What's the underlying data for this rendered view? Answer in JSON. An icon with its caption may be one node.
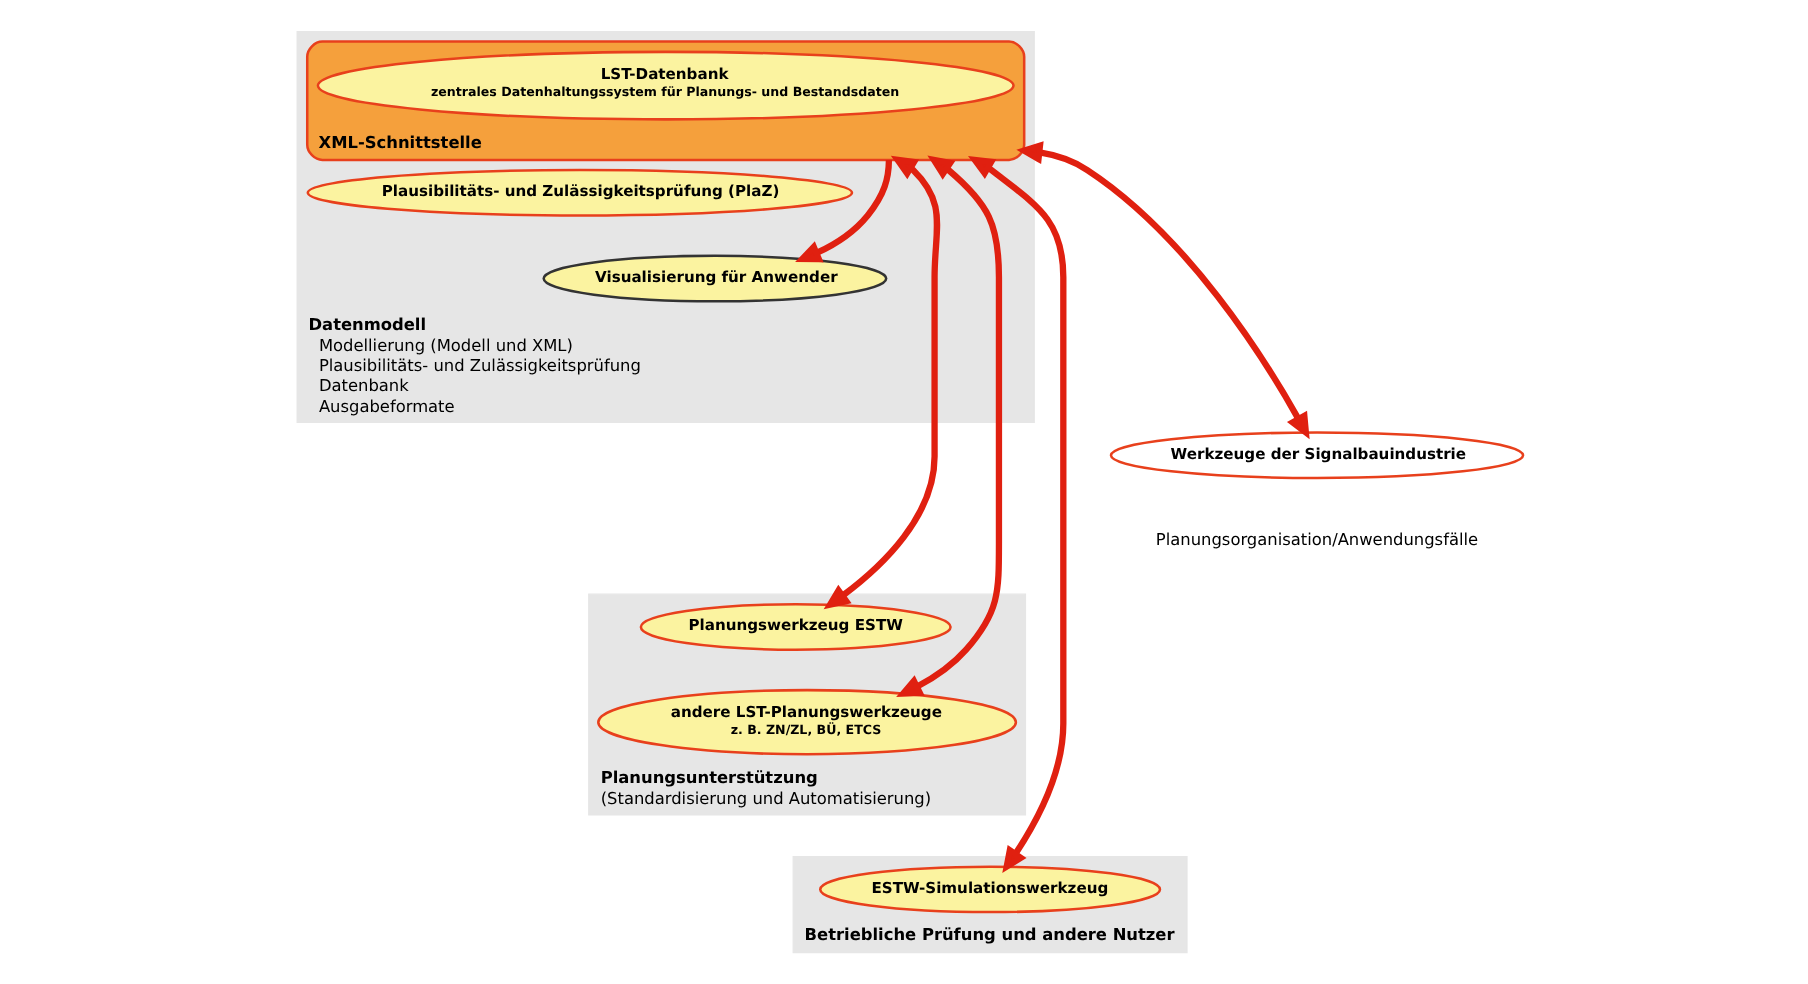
{
  "diagram": {
    "nodes": [
      {
        "text": [
          "Datenmodell",
          "Modellierung (Modell und XML)",
          "Plausibilitäts- und Zulässigkeitsprüfung",
          "Datenbank",
          "Ausgabeformate"
        ]
      },
      {
        "text": [
          "XML-Schnittstelle"
        ],
        "in": 0
      },
      {
        "text": [
          "LST-Datenbank",
          "zentrales Datenhaltungssystem für Planungs- und Bestandsdaten"
        ],
        "in": 1
      },
      {
        "text": [
          "Plausibilitäts- und Zulässigkeitsprüfung (PlaZ)"
        ],
        "in": 0
      },
      {
        "text": [
          "Visualisierung für Anwender"
        ],
        "in": 0
      },
      {
        "text": [
          "Werkzeuge der Signalbauindustrie"
        ]
      },
      {
        "text": [
          "Planungsunterstützung",
          "(Standardisierung und Automatisierung)"
        ]
      },
      {
        "text": [
          "Planungswerkzeug ESTW"
        ],
        "in": 6
      },
      {
        "text": [
          "andere LST-Planungswerkzeuge",
          "z. B. ZN/ZL, BÜ, ETCS"
        ],
        "in": 6
      },
      {
        "text": [
          "Betriebliche Prüfung und andere Nutzer"
        ]
      },
      {
        "text": [
          "ESTW-Simulationswerkzeug"
        ],
        "in": 9
      }
    ],
    "edges": [
      {
        "from": 1,
        "to": 7,
        "arrow": "both"
      },
      {
        "from": 1,
        "to": 8,
        "arrow": "both"
      },
      {
        "from": 1,
        "to": 10,
        "arrow": "both"
      },
      {
        "from": 1,
        "to": 5,
        "arrow": "both"
      },
      {
        "from": 1,
        "to": 4,
        "arrow": "to"
      }
    ],
    "labels": [
      "Planungsorganisation/Anwendungsfälle"
    ]
  }
}
